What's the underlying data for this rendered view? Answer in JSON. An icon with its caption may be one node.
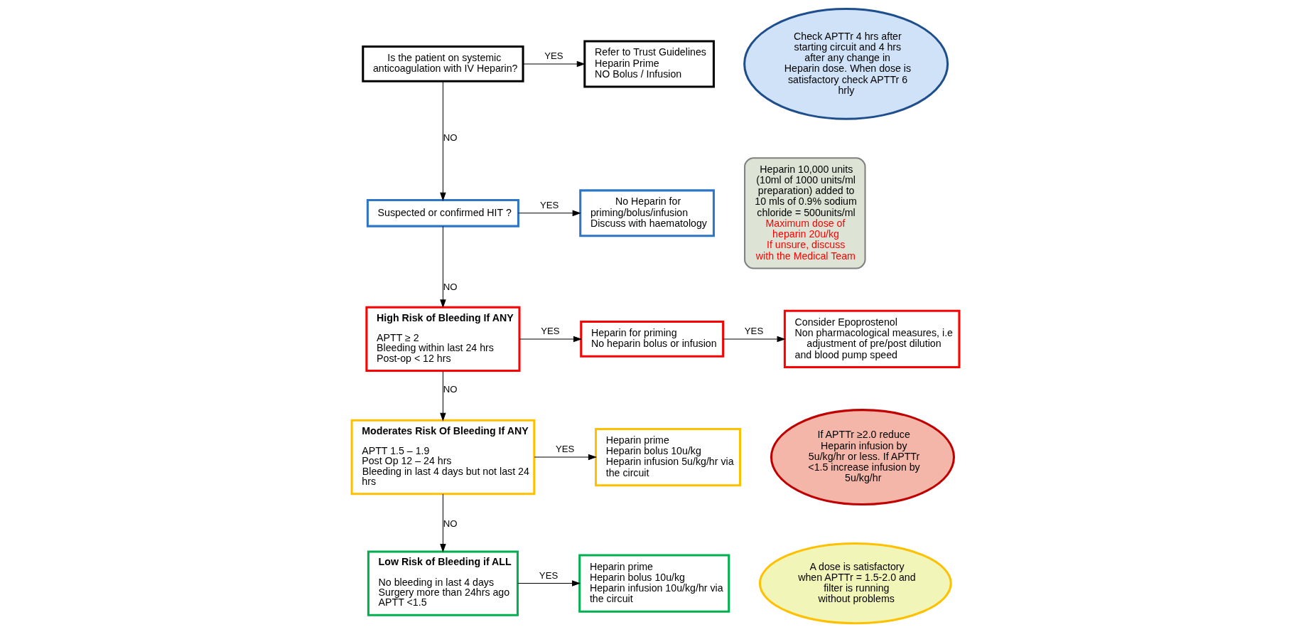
{
  "diagram": {
    "nodes": [
      {
        "text": [
          "Is the patient on systemic anticoagulation with IV Heparin?"
        ]
      },
      {
        "text": [
          "Refer to Trust Guidelines",
          "Heparin Prime",
          "NO Bolus / Infusion"
        ]
      },
      {
        "text": [
          "Check APTTr 4 hrs after starting circuit and 4 hrs after any change in Heparin dose. When dose is satisfactory check APTTr 6 hrly"
        ]
      },
      {
        "text": [
          "Suspected or confirmed HIT ?"
        ]
      },
      {
        "text": [
          "No Heparin for priming/bolus/infusion",
          "Discuss with haematology"
        ]
      },
      {
        "text": [
          "Heparin 10,000 units (10ml of 1000 units/ml preparation) added to 10 mls of 0.9% sodium chloride = 500units/ml",
          "Maximum dose of heparin 20u/kg",
          "If unsure, discuss with the Medical Team"
        ]
      },
      {
        "text": [
          "High Risk of Bleeding If ANY",
          "APTT ≥ 2",
          "Bleeding within last 24 hrs",
          "Post-op < 12 hrs"
        ]
      },
      {
        "text": [
          "Heparin for priming",
          "No heparin bolus or infusion"
        ]
      },
      {
        "text": [
          "Consider Epoprostenol",
          "Non pharmacological measures, i.e adjustment of pre/post dilution and blood pump speed"
        ]
      },
      {
        "text": [
          "Moderates Risk Of Bleeding If ANY",
          "APTT 1.5 – 1.9",
          "Post Op 12 – 24 hrs",
          "Bleeding in last 4 days but not last 24 hrs"
        ]
      },
      {
        "text": [
          "Heparin prime",
          "Heparin bolus 10u/kg",
          "Heparin infusion 5u/kg/hr via the circuit"
        ]
      },
      {
        "text": [
          "If APTTr ≥2.0 reduce Heparin infusion by 5u/kg/hr or less. If APTTr <1.5 increase infusion by 5u/kg/hr"
        ]
      },
      {
        "text": [
          "Low Risk of Bleeding if ALL",
          "No bleeding in last 4 days",
          "Surgery more than 24hrs ago",
          "APTT <1.5"
        ]
      },
      {
        "text": [
          "Heparin prime",
          "Heparin bolus 10u/kg",
          "Heparin infusion 10u/kg/hr via the circuit"
        ]
      },
      {
        "text": [
          "A dose is satisfactory when APTTr = 1.5-2.0 and filter is running without problems"
        ]
      }
    ],
    "edges": [
      {
        "from": 0,
        "to": 1,
        "arrow": "to",
        "label": "YES"
      },
      {
        "from": 0,
        "to": 3,
        "arrow": "to",
        "label": "NO"
      },
      {
        "from": 3,
        "to": 4,
        "arrow": "to",
        "label": "YES"
      },
      {
        "from": 3,
        "to": 6,
        "arrow": "to",
        "label": "NO"
      },
      {
        "from": 6,
        "to": 7,
        "arrow": "to",
        "label": "YES"
      },
      {
        "from": 7,
        "to": 8,
        "arrow": "to",
        "label": "YES"
      },
      {
        "from": 6,
        "to": 9,
        "arrow": "to",
        "label": "NO"
      },
      {
        "from": 9,
        "to": 10,
        "arrow": "to",
        "label": "YES"
      },
      {
        "from": 9,
        "to": 12,
        "arrow": "to",
        "label": "NO"
      },
      {
        "from": 12,
        "to": 13,
        "arrow": "to",
        "label": "YES"
      }
    ]
  }
}
